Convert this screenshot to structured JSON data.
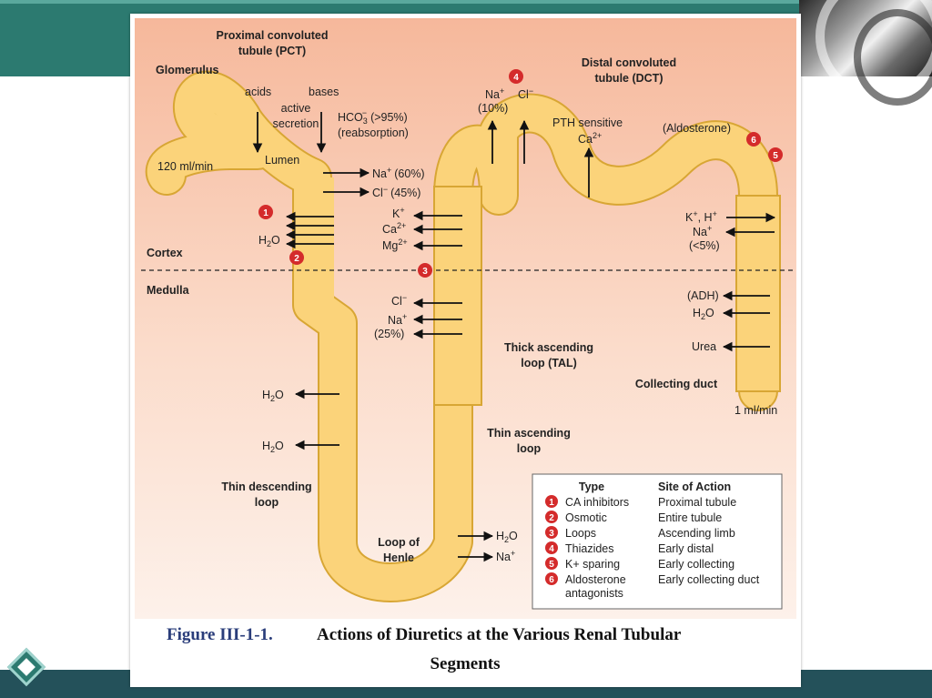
{
  "labels": {
    "pct_title_1": "Proximal convoluted",
    "pct_title_2": "tubule (PCT)",
    "glomerulus": "Glomerulus",
    "acids": "acids",
    "bases": "bases",
    "active": "active",
    "secretion": "secretion",
    "hco3": "HCO",
    "hco3_rest": "(>95%)",
    "reabsorption": "(reabsorption)",
    "lumen": "Lumen",
    "flow_in": "120 ml/min",
    "na60": "Na",
    "na60_rest": "(60%)",
    "cl45": "Cl",
    "cl45_rest": "(45%)",
    "h2o": "H",
    "h2o_rest": "O",
    "cortex": "Cortex",
    "medulla": "Medulla",
    "dct_title_1": "Distal convoluted",
    "dct_title_2": "tubule (DCT)",
    "na_top": "Na",
    "cl_top": "Cl",
    "pct10": "(10%)",
    "pth": "PTH sensitive",
    "ca": "Ca",
    "aldosterone": "(Aldosterone)",
    "k": "K",
    "mg": "Mg",
    "kh": "K",
    "kh_rest": ", H",
    "na_dct": "Na",
    "lt5": "(<5%)",
    "cl_tal": "Cl",
    "na_tal": "Na",
    "pct25": "(25%)",
    "adh": "(ADH)",
    "urea": "Urea",
    "tal_1": "Thick ascending",
    "tal_2": "loop (TAL)",
    "collecting": "Collecting duct",
    "flow_out": "1 ml/min",
    "thin_asc_1": "Thin ascending",
    "thin_asc_2": "loop",
    "thin_desc_1": "Thin descending",
    "thin_desc_2": "loop",
    "loop_1": "Loop of",
    "loop_2": "Henle",
    "two": "2",
    "plus": "+",
    "minus": "−",
    "twoplus": "2+",
    "sub3": "3",
    "supminus": "−"
  },
  "badges": [
    "1",
    "2",
    "3",
    "4",
    "5",
    "6"
  ],
  "legend": {
    "type_header": "Type",
    "site_header": "Site of Action",
    "rows": [
      {
        "num": "1",
        "type": "CA inhibitors",
        "site": "Proximal tubule"
      },
      {
        "num": "2",
        "type": "Osmotic",
        "site": "Entire tubule"
      },
      {
        "num": "3",
        "type": "Loops",
        "site": "Ascending limb"
      },
      {
        "num": "4",
        "type": "Thiazides",
        "site": "Early distal"
      },
      {
        "num": "5",
        "type": "K+ sparing",
        "site": "Early collecting"
      },
      {
        "num": "6",
        "type": "Aldosterone",
        "site": "Early collecting duct"
      }
    ],
    "extra": "antagonists"
  },
  "caption": {
    "figure_num": "Figure III-1-1.",
    "line1": "Actions of Diuretics at the Various Renal Tubular",
    "line2": "Segments"
  },
  "colors": {
    "tubule_fill": "#fbd37a",
    "tubule_stroke": "#d8a634",
    "bg_top": "#f6b89b",
    "bg_bottom": "#fdf1ea",
    "badge": "#d42b2b",
    "teal": "#2c7a70"
  }
}
